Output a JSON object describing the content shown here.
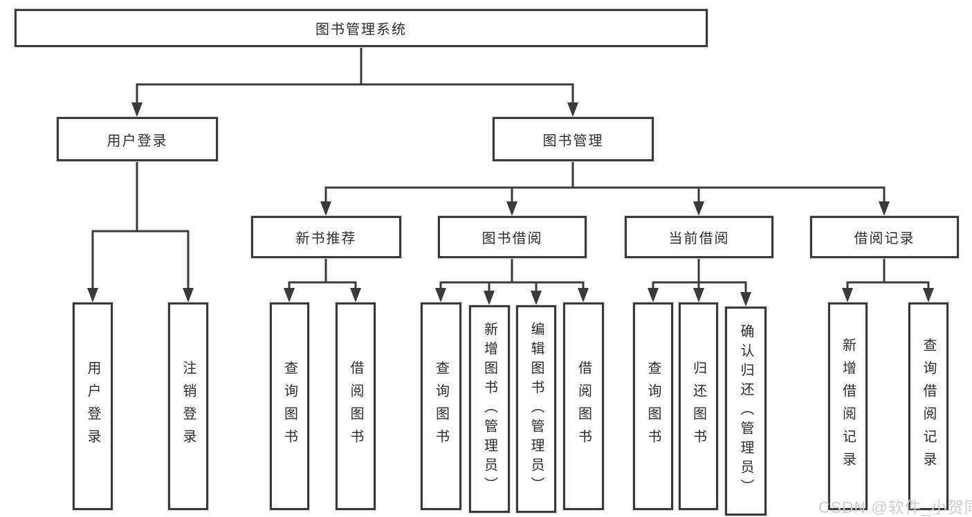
{
  "tree": {
    "label": "图书管理系统",
    "children": [
      {
        "label": "用户登录",
        "children": [
          {
            "label": "用户登录"
          },
          {
            "label": "注销登录"
          }
        ]
      },
      {
        "label": "图书管理",
        "children": [
          {
            "label": "新书推荐",
            "children": [
              {
                "label": "查询图书"
              },
              {
                "label": "借阅图书"
              }
            ]
          },
          {
            "label": "图书借阅",
            "children": [
              {
                "label": "查询图书"
              },
              {
                "label": "新增图书（管理员）"
              },
              {
                "label": "编辑图书（管理员）"
              },
              {
                "label": "借阅图书"
              }
            ]
          },
          {
            "label": "当前借阅",
            "children": [
              {
                "label": "查询图书"
              },
              {
                "label": "归还图书"
              },
              {
                "label": "确认归还（管理员）"
              }
            ]
          },
          {
            "label": "借阅记录",
            "children": [
              {
                "label": "新增借阅记录"
              },
              {
                "label": "查询借阅记录"
              }
            ]
          }
        ]
      }
    ]
  },
  "watermark": {
    "text": "CSDN @软件_小贺同学"
  },
  "colors": {
    "line": "#3a3a3a",
    "text": "#2d2d2d",
    "watermark": "#ccced2"
  }
}
